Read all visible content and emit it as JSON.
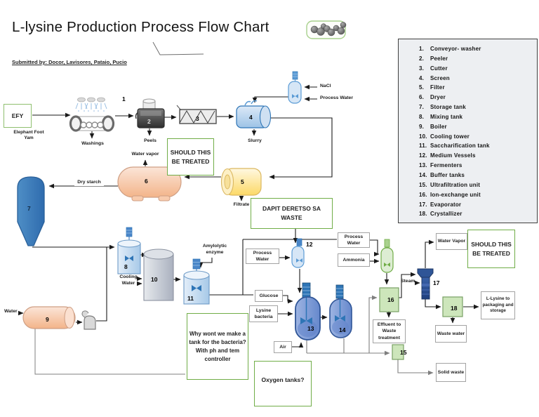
{
  "title": "L-lysine Production Process Flow Chart",
  "submitted_by": "Submitted by: Docor, Lavisores, Pataio, Pucio",
  "legend": {
    "items": [
      {
        "num": "1.",
        "label": "Conveyor- washer"
      },
      {
        "num": "2.",
        "label": "Peeler"
      },
      {
        "num": "3.",
        "label": "Cutter"
      },
      {
        "num": "4.",
        "label": "Screen"
      },
      {
        "num": "5.",
        "label": "Filter"
      },
      {
        "num": "6.",
        "label": "Dryer"
      },
      {
        "num": "7.",
        "label": "Storage tank"
      },
      {
        "num": "8.",
        "label": "Mixing tank"
      },
      {
        "num": "9.",
        "label": "Boiler"
      },
      {
        "num": "10.",
        "label": "Cooling tower"
      },
      {
        "num": "11.",
        "label": "Saccharification tank"
      },
      {
        "num": "12.",
        "label": "Medium Vessels"
      },
      {
        "num": "13.",
        "label": "Fermenters"
      },
      {
        "num": "14.",
        "label": "Buffer tanks"
      },
      {
        "num": "15.",
        "label": "Ultrafiltration unit"
      },
      {
        "num": "16.",
        "label": "Ion-exchange unit"
      },
      {
        "num": "17.",
        "label": "Evaporator"
      },
      {
        "num": "18.",
        "label": "Crystallizer"
      }
    ]
  },
  "units": {
    "u1": "1",
    "u2": "2",
    "u3": "3",
    "u4": "4",
    "u5": "5",
    "u6": "6",
    "u7": "7",
    "u8": "8",
    "u9": "9",
    "u10": "10",
    "u11": "11",
    "u12": "12",
    "u13": "13",
    "u14": "14",
    "u15": "15",
    "u16": "16",
    "u17": "17",
    "u18": "18"
  },
  "labels": {
    "efy": "EFY",
    "elephant_foot_yam": "Elephant Foot Yam",
    "washings": "Washings",
    "peels": "Peels",
    "nacl": "NaCl",
    "process_water_top": "Process Water",
    "slurry": "Slurry",
    "water_vapor_dryer": "Water vapor",
    "dry_starch": "Dry starch",
    "filtrate": "Filtrate",
    "cooling_water": "Cooling Water",
    "amylolytic_enzyme": "Amylolytic enzyme",
    "process_water_left": "Process Water",
    "process_water_right": "Process Water",
    "ammonia": "Ammonia",
    "glucose": "Glucose",
    "lysine_bacteria": "Lysine bacteria",
    "air": "Air",
    "water": "Water",
    "steam": "Steam",
    "water_vapor_evap": "Water Vapor",
    "effluent": "Effluent to Waste treatment",
    "solid_waste": "Solid waste",
    "waste_water": "Waste water",
    "lysine_out": "L-Lysine to packaging and storage"
  },
  "annotations": {
    "should_treat_1": "SHOULD THIS BE TREATED",
    "dapit": "DAPIT DERETSO SA WASTE",
    "why_tank": "Why wont we make a tank for the bacteria? With ph and tem controller",
    "oxygen": "Oxygen tanks?",
    "should_treat_2": "SHOULD THIS BE TREATED"
  },
  "colors": {
    "annotation_green": "#70ad47",
    "tank_blue": "#9dc3e6",
    "tank_blue_dark": "#2e75b6",
    "silo_blue": "#3e80bd",
    "filter_yellow": "#ffe18a",
    "dryer_peach": "#f8cbad",
    "tower_gray": "#b2b9c7",
    "fermenter_blue": "#8faadc",
    "process_green": "#c6e0b4",
    "evaporator_navy": "#2f5597"
  }
}
